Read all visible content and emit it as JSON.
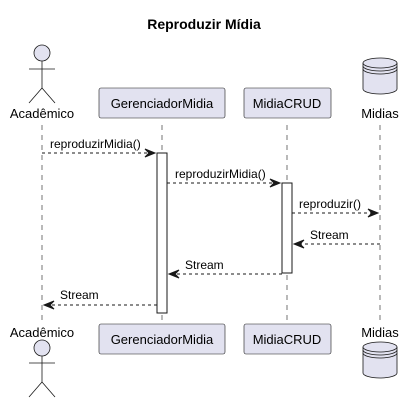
{
  "diagram": {
    "title": "Reproduzir Mídia",
    "participants": [
      {
        "id": "academico",
        "label": "Acadêmico",
        "kind": "actor"
      },
      {
        "id": "gerenciador",
        "label": "GerenciadorMidia",
        "kind": "participant"
      },
      {
        "id": "crud",
        "label": "MidiaCRUD",
        "kind": "participant"
      },
      {
        "id": "midias",
        "label": "Midias",
        "kind": "database"
      }
    ],
    "messages": [
      {
        "from": "academico",
        "to": "gerenciador",
        "label": "reproduzirMidia()"
      },
      {
        "from": "gerenciador",
        "to": "crud",
        "label": "reproduzirMidia()"
      },
      {
        "from": "crud",
        "to": "midias",
        "label": "reproduzir()"
      },
      {
        "from": "midias",
        "to": "crud",
        "label": "Stream"
      },
      {
        "from": "crud",
        "to": "gerenciador",
        "label": "Stream"
      },
      {
        "from": "gerenciador",
        "to": "academico",
        "label": "Stream"
      }
    ]
  }
}
